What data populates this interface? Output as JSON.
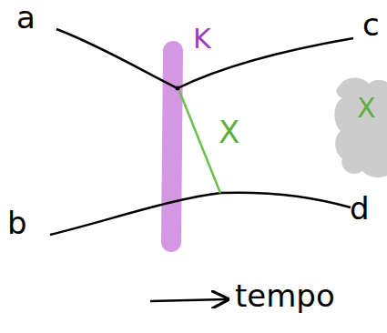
{
  "diagram": {
    "labels": [
      "a",
      "K",
      "c",
      "X",
      "X",
      "b",
      "d",
      "tempo"
    ]
  }
}
